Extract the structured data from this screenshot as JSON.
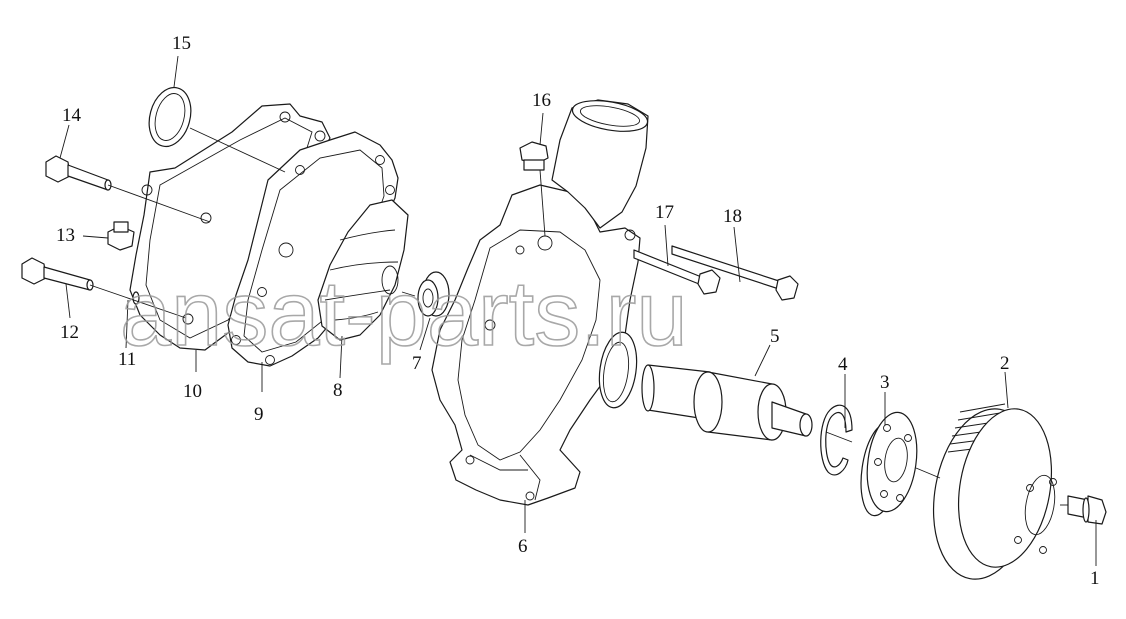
{
  "watermark": "ansat-parts.ru",
  "colors": {
    "line": "#1a1a1a",
    "watermark": "#9a9a9a",
    "background": "#ffffff"
  },
  "callouts": [
    {
      "id": "1",
      "label": "1"
    },
    {
      "id": "2",
      "label": "2"
    },
    {
      "id": "3",
      "label": "3"
    },
    {
      "id": "4",
      "label": "4"
    },
    {
      "id": "5",
      "label": "5"
    },
    {
      "id": "6",
      "label": "6"
    },
    {
      "id": "7",
      "label": "7"
    },
    {
      "id": "8",
      "label": "8"
    },
    {
      "id": "9",
      "label": "9"
    },
    {
      "id": "10",
      "label": "10"
    },
    {
      "id": "11",
      "label": "11"
    },
    {
      "id": "12",
      "label": "12"
    },
    {
      "id": "13",
      "label": "13"
    },
    {
      "id": "14",
      "label": "14"
    },
    {
      "id": "15",
      "label": "15"
    },
    {
      "id": "16",
      "label": "16"
    },
    {
      "id": "17",
      "label": "17"
    },
    {
      "id": "18",
      "label": "18"
    }
  ]
}
